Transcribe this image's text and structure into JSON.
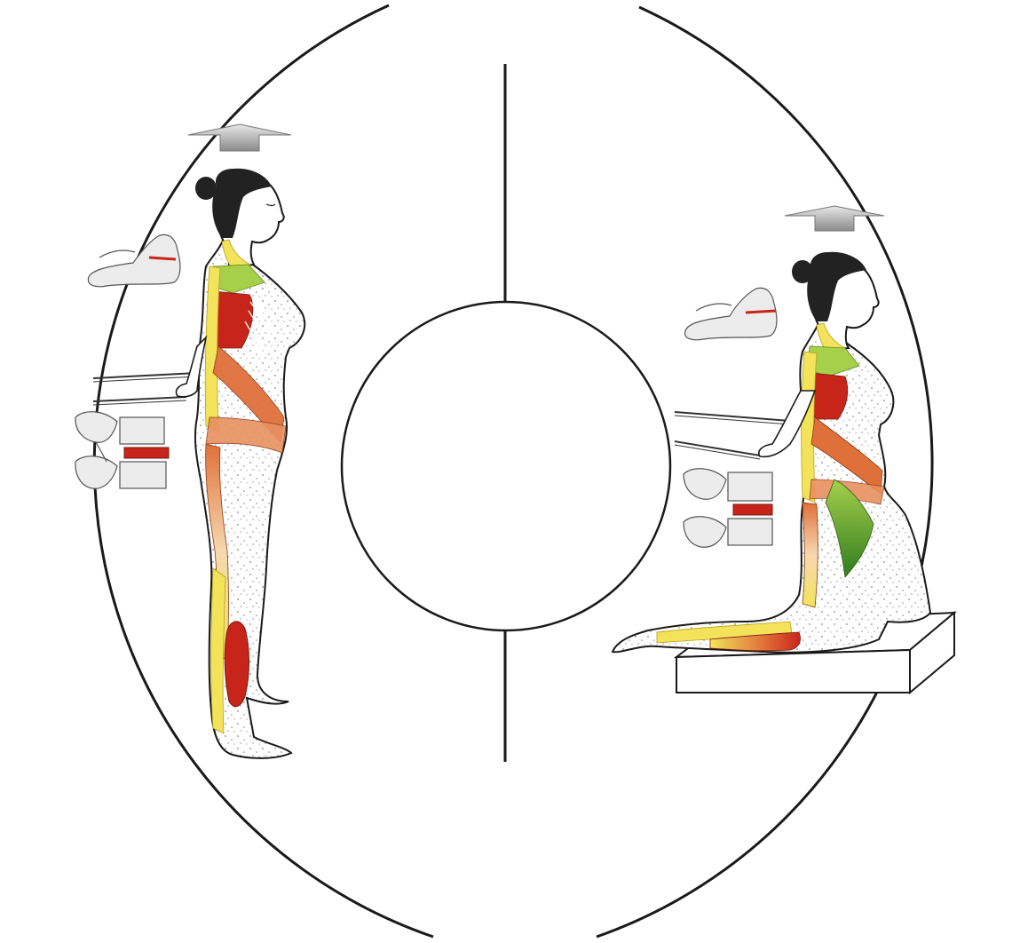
{
  "diagram": {
    "kind": "exercise-illustration",
    "panels": [
      {
        "id": "left",
        "posture": "standing",
        "cable_pulls": 2,
        "vertebra_models": 2,
        "elongation_arrow": true
      },
      {
        "id": "right",
        "posture": "kneeling-on-block",
        "cable_pulls": 2,
        "vertebra_models": 2,
        "elongation_arrow": true
      }
    ],
    "labels": []
  },
  "colors": {
    "line": "#1a1a1a",
    "muscle_red": "#c8251a",
    "muscle_orange": "#e0703a",
    "muscle_yellow": "#f2e35a",
    "muscle_green": "#4a9a2a",
    "muscle_lightgreen": "#a6cf4a",
    "bone_gray": "#bdbdbd",
    "arrow_gray": "#9a9a9a"
  },
  "icons": [
    "up-arrow-icon",
    "up-arrow-icon"
  ]
}
